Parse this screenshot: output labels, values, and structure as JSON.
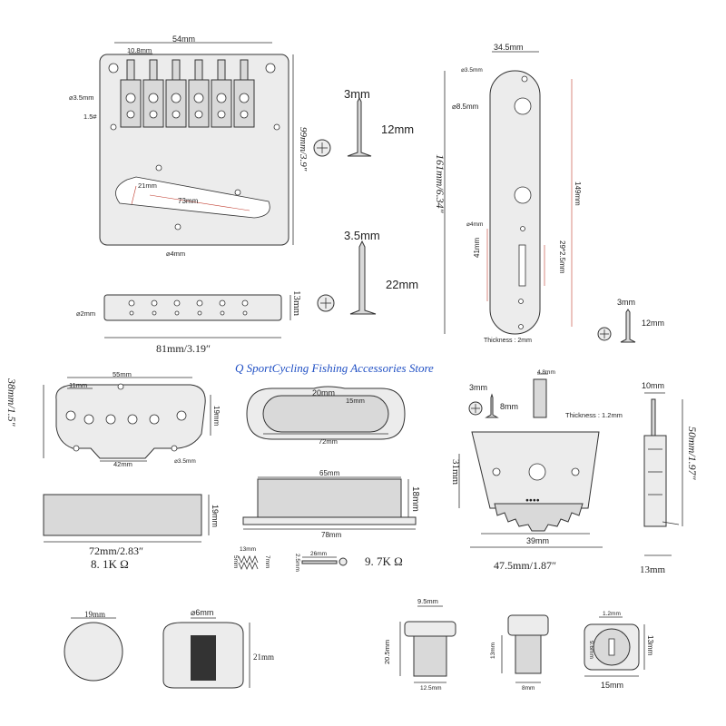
{
  "watermark": "Q SportCycling Fishing Accessories Store",
  "bridge": {
    "width": "54mm",
    "saddle_spacing": "10.8mm",
    "hole_dia": "⌀3.5mm",
    "screw_label": "1.5#",
    "height": "99mm/3.9″",
    "slot_width": "21mm",
    "slot_length": "73mm",
    "hole_bottom": "⌀4mm",
    "rail_hole": "⌀2mm",
    "rail_height": "13mm",
    "overall_width": "81mm/3.19″"
  },
  "screw_a": {
    "dia": "3mm",
    "len": "12mm"
  },
  "screw_b": {
    "dia": "3.5mm",
    "len": "22mm"
  },
  "control_plate": {
    "width": "34.5mm",
    "top_hole": "⌀3.5mm",
    "pot_hole": "⌀8.5mm",
    "length": "161mm/6.34″",
    "inner_length": "149mm",
    "small_hole": "⌀4mm",
    "slot": "29*2.5mm",
    "slot_offset": "41mm",
    "thickness": "Thickness : 2mm"
  },
  "screw_c": {
    "dia": "3mm",
    "len": "12mm"
  },
  "screw_d": {
    "dia": "3mm",
    "len": "8mm"
  },
  "bridge_pickup": {
    "width": "55mm",
    "pole_spacing": "11mm",
    "height": "38mm/1.5″",
    "depth": "19mm",
    "base": "42mm",
    "hole": "⌀3.5mm",
    "side_width": "72mm/2.83″",
    "side_height": "19mm",
    "resistance": "8. 1K Ω"
  },
  "neck_pickup": {
    "width_top": "20mm",
    "width_inner": "15mm",
    "length": "72mm",
    "cover_width": "65mm",
    "cover_height": "18mm",
    "overall": "78mm",
    "resistance": "9. 7K Ω"
  },
  "spring": {
    "len": "13mm",
    "dia": "5mm",
    "comp": "7mm"
  },
  "pickup_screw": {
    "dia": "2.5mm",
    "len": "26mm"
  },
  "switch": {
    "tip": "4.8mm",
    "thickness": "Thickness : 1.2mm",
    "height": "31mm",
    "inner_width": "39mm",
    "overall": "47.5mm/1.87″",
    "label": "●●●●"
  },
  "switch_side": {
    "width": "10mm",
    "height": "50mm/1.97″",
    "base": "13mm"
  },
  "knob": {
    "dia": "19mm",
    "shaft": "⌀6mm",
    "height": "21mm"
  },
  "jack_a": {
    "top": "9.5mm",
    "height": "20.5mm",
    "base": "12.5mm"
  },
  "jack_b": {
    "height": "13mm",
    "base": "8mm"
  },
  "jack_c": {
    "slot": "1.2mm",
    "inner": "9.6mm",
    "height": "13mm",
    "width": "15mm"
  }
}
